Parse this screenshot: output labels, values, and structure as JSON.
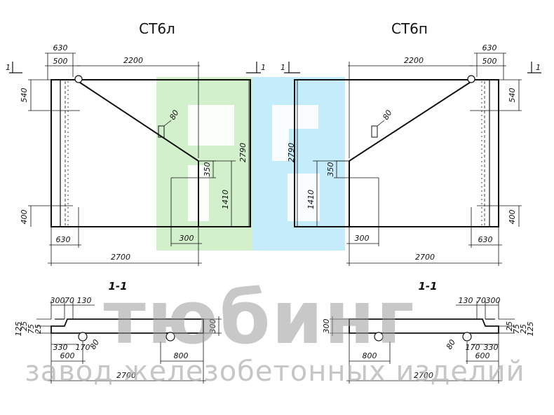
{
  "titles": {
    "left": "СТ6л",
    "right": "СТ6п"
  },
  "left_view": {
    "top_600": "630",
    "top_500": "500",
    "top_2200": "2200",
    "side_540": "540",
    "side_400": "400",
    "bottom_630": "630",
    "bottom_2700": "2700",
    "hole_80": "80",
    "step_350": "350",
    "height_1410": "1410",
    "height_2790": "2790",
    "bottom_300": "300",
    "section_mark_1": "1",
    "section_mark_2": "1"
  },
  "right_view": {
    "top_600": "630",
    "top_500": "500",
    "top_2200": "2200",
    "side_540": "540",
    "side_400": "400",
    "bottom_630": "630",
    "bottom_2700": "2700",
    "hole_80": "80",
    "step_350": "350",
    "height_1410": "1410",
    "height_2790": "2790",
    "bottom_300": "300",
    "section_mark_1": "1",
    "section_mark_2": "1"
  },
  "left_section": {
    "label": "1-1",
    "d300": "300",
    "d70": "70",
    "d130": "130",
    "d25a": "25",
    "d75": "75",
    "d25b": "25",
    "d125": "125",
    "h300": "300",
    "d330": "330",
    "d170": "170",
    "d80a": "80",
    "d600": "600",
    "d800": "800",
    "d2700": "2700"
  },
  "right_section": {
    "label": "1-1",
    "d130": "130",
    "d70": "70",
    "d300": "300",
    "d25a": "25",
    "d75": "75",
    "d25b": "25",
    "d125": "125",
    "h300": "300",
    "d80a": "80",
    "d170": "170",
    "d330": "330",
    "d800": "800",
    "d600": "600",
    "d2700": "2700"
  },
  "watermark": {
    "brand": "тюбинг",
    "tagline": "завод железобетонных изделий",
    "logo_colors": {
      "green": "#7ed36a",
      "cyan": "#55c8f0"
    }
  }
}
